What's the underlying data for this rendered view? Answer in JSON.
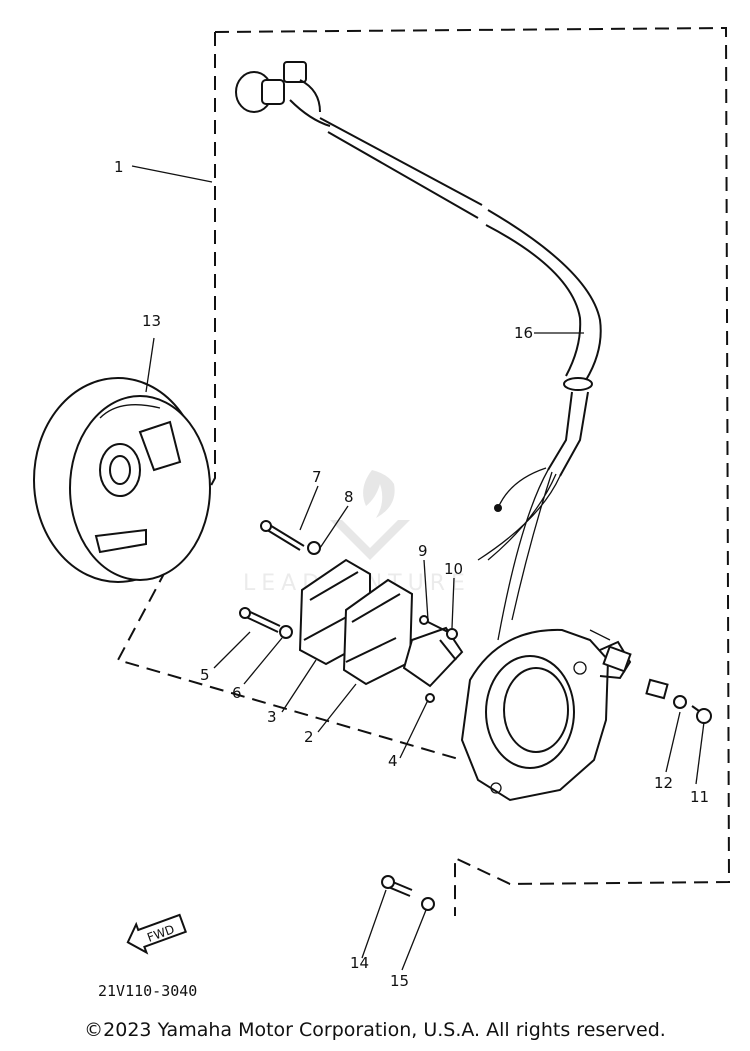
{
  "diagram": {
    "callouts": [
      "1",
      "2",
      "3",
      "4",
      "5",
      "6",
      "7",
      "8",
      "9",
      "10",
      "11",
      "12",
      "13",
      "14",
      "15",
      "16"
    ],
    "fwd_label": "FWD",
    "part_code": "21V110-3040",
    "watermark": "LEADVENTURE"
  },
  "footer": {
    "copyright": "©2023 Yamaha Motor Corporation, U.S.A. All rights reserved."
  }
}
